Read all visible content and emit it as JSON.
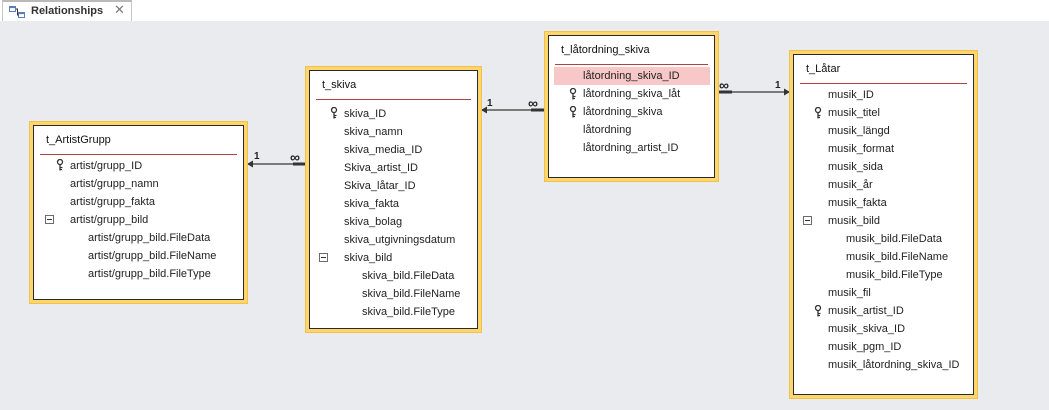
{
  "tab": {
    "label": "Relationships",
    "close": "✕",
    "icon": "relationships-icon"
  },
  "tables": {
    "artistgrupp": {
      "title": "t_ArtistGrupp",
      "fields": [
        "artist/grupp_ID",
        "artist/grupp_namn",
        "artist/grupp_fakta",
        "artist/grupp_bild",
        "artist/grupp_bild.FileData",
        "artist/grupp_bild.FileName",
        "artist/grupp_bild.FileType"
      ]
    },
    "skiva": {
      "title": "t_skiva",
      "fields": [
        "skiva_ID",
        "skiva_namn",
        "skiva_media_ID",
        "Skiva_artist_ID",
        "Skiva_låtar_ID",
        "skiva_fakta",
        "skiva_bolag",
        "skiva_utgivningsdatum",
        "skiva_bild",
        "skiva_bild.FileData",
        "skiva_bild.FileName",
        "skiva_bild.FileType"
      ]
    },
    "latordning": {
      "title": "t_låtordning_skiva",
      "fields": [
        "låtordning_skiva_ID",
        "låtordning_skiva_låt",
        "låtordning_skiva",
        "låtordning",
        "låtordning_artist_ID"
      ]
    },
    "latar": {
      "title": "t_Låtar",
      "fields": [
        "musik_ID",
        "musik_titel",
        "musik_längd",
        "musik_format",
        "musik_sida",
        "musik_år",
        "musik_fakta",
        "musik_bild",
        "musik_bild.FileData",
        "musik_bild.FileName",
        "musik_bild.FileType",
        "musik_fil",
        "musik_artist_ID",
        "musik_skiva_ID",
        "musik_pgm_ID",
        "musik_låtordning_skiva_ID"
      ]
    }
  },
  "relationships": {
    "one": "1",
    "many": "∞"
  },
  "colors": {
    "selection": "#f8c7c7",
    "window_border": "#ffd66e",
    "title_separator": "#b34040"
  }
}
